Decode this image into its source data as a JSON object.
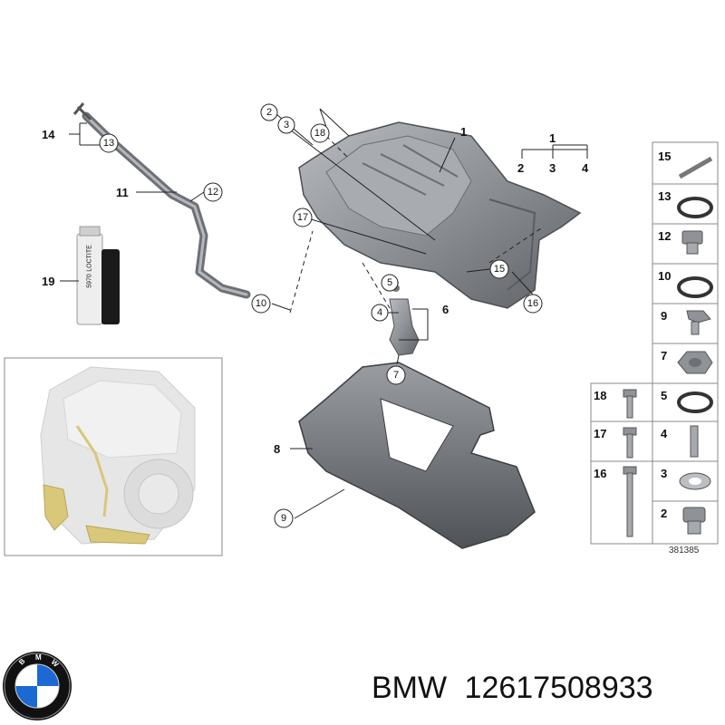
{
  "callouts": {
    "c1": "1",
    "c1b": "1",
    "c2a": "2",
    "c2b": "2",
    "c3a": "3",
    "c3b": "3",
    "c4a": "4",
    "c4b": "4",
    "c5a": "5",
    "c5b": "5",
    "c6": "6",
    "c7a": "7",
    "c7b": "7",
    "c8": "8",
    "c9a": "9",
    "c9b": "9",
    "c10a": "10",
    "c10b": "10",
    "c11": "11",
    "c12a": "12",
    "c12b": "12",
    "c13a": "13",
    "c13b": "13",
    "c14": "14",
    "c15a": "15",
    "c15b": "15",
    "c16a": "16",
    "c16b": "16",
    "c17a": "17",
    "c17b": "17",
    "c18a": "18",
    "c18b": "18",
    "c19": "19"
  },
  "sealant_label": {
    "line1": "LOCTITE",
    "line2": "5970"
  },
  "image_id": "381385",
  "footer": {
    "brand": "BMW",
    "part_number": "12617508933"
  },
  "colors": {
    "metal": "#8c8f94",
    "metal_dark": "#55585c",
    "sealant_tube": "#e8e8e8",
    "oil_pan_highlight": "#d9c77a",
    "bmw_blue": "#1c69d4"
  }
}
